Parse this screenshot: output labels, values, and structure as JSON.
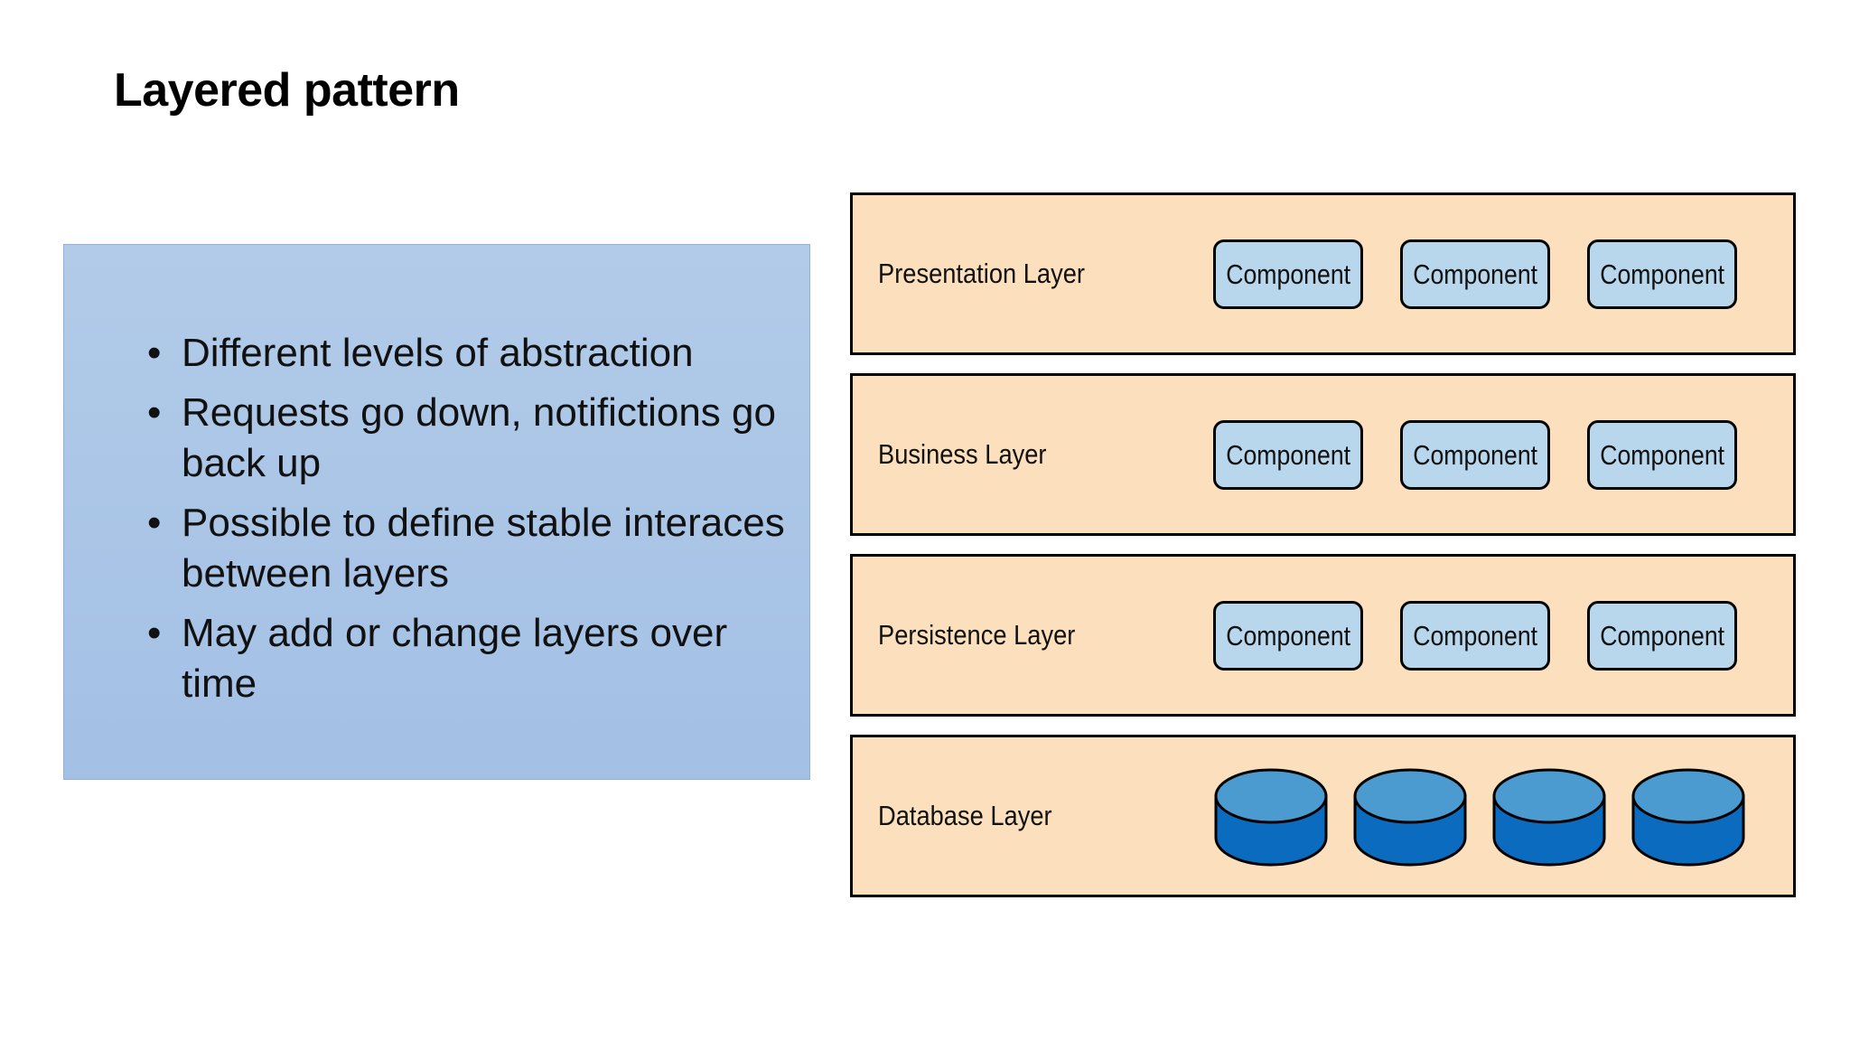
{
  "title": "Layered pattern",
  "bullets": [
    "Different levels of abstraction",
    "Requests go down, notifictions go back up",
    "Possible to define stable interaces between layers",
    "May add or change layers over time"
  ],
  "bullet_glyph": "•",
  "diagram": {
    "layers": [
      {
        "label": "Presentation Layer",
        "kind": "components",
        "components": [
          "Component",
          "Component",
          "Component"
        ]
      },
      {
        "label": "Business Layer",
        "kind": "components",
        "components": [
          "Component",
          "Component",
          "Component"
        ]
      },
      {
        "label": "Persistence Layer",
        "kind": "components",
        "components": [
          "Component",
          "Component",
          "Component"
        ]
      },
      {
        "label": "Database Layer",
        "kind": "databases",
        "database_count": 4
      }
    ]
  },
  "colors": {
    "text_box_fill": "#a9c4e6",
    "layer_fill": "#fcdfbc",
    "component_fill": "#b8d7ec",
    "database_top": "#4b9bd1",
    "database_body": "#0a6bbf"
  },
  "icons": {
    "database": "database-cylinder-icon"
  }
}
